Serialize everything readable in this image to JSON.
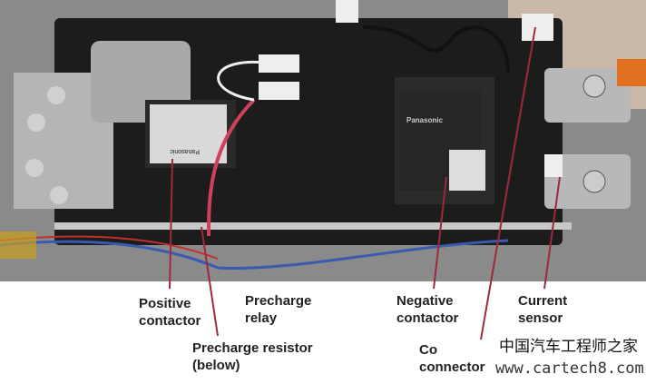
{
  "photo": {
    "description_labels": [
      "Panasonic",
      "Panasonic"
    ],
    "colors": {
      "background": "#8c8c8c",
      "housing": "#1a1a1a",
      "wire_red": "#d0405a",
      "accent_orange": "#e07020",
      "leader": "#a0283c"
    }
  },
  "labels": {
    "positive_contactor": [
      "Positive",
      "contactor"
    ],
    "precharge_relay": [
      "Precharge",
      "relay"
    ],
    "precharge_resistor": [
      "Precharge resistor",
      "(below)"
    ],
    "negative_contactor": [
      "Negative",
      "contactor"
    ],
    "connector": [
      "Co",
      "connector"
    ],
    "current_sensor": [
      "Current",
      "sensor"
    ]
  },
  "watermark": {
    "chinese": "中国汽车工程师之家",
    "url": "www.cartech8.com"
  }
}
